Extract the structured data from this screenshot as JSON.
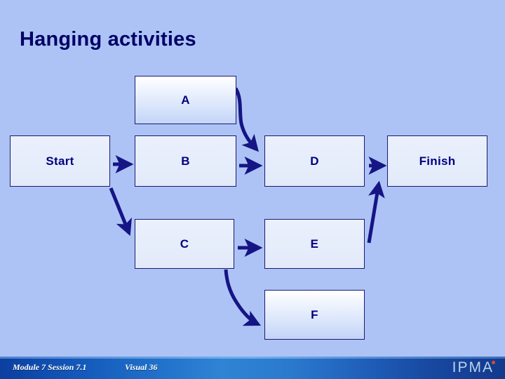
{
  "slide": {
    "title": "Hanging activities",
    "background_color": "#aec3f5",
    "text_color": "#000080"
  },
  "nodes": [
    {
      "id": "a",
      "label": "A",
      "name": "node-a"
    },
    {
      "id": "start",
      "label": "Start",
      "name": "node-start"
    },
    {
      "id": "b",
      "label": "B",
      "name": "node-b"
    },
    {
      "id": "d",
      "label": "D",
      "name": "node-d"
    },
    {
      "id": "finish",
      "label": "Finish",
      "name": "node-finish"
    },
    {
      "id": "c",
      "label": "C",
      "name": "node-c"
    },
    {
      "id": "e",
      "label": "E",
      "name": "node-e"
    },
    {
      "id": "f",
      "label": "F",
      "name": "node-f"
    }
  ],
  "connectors": [
    {
      "from": "start",
      "to": "b",
      "style": "straight-right"
    },
    {
      "from": "b",
      "to": "d",
      "style": "straight-right"
    },
    {
      "from": "c",
      "to": "e",
      "style": "straight-right"
    },
    {
      "from": "d",
      "to": "finish",
      "style": "straight-right"
    },
    {
      "from": "a",
      "to": "d",
      "style": "curved-down"
    },
    {
      "from": "start",
      "to": "c",
      "style": "diagonal-down"
    },
    {
      "from": "c",
      "to": "f",
      "style": "curved-down"
    },
    {
      "from": "e",
      "to": "finish",
      "style": "diagonal-up"
    }
  ],
  "footer": {
    "module": "Module 7  Session 7.1",
    "visual": "Visual 36",
    "logo": "IPMA",
    "accent_color": "#e0492a",
    "bar_color": "#1f6fc9"
  }
}
